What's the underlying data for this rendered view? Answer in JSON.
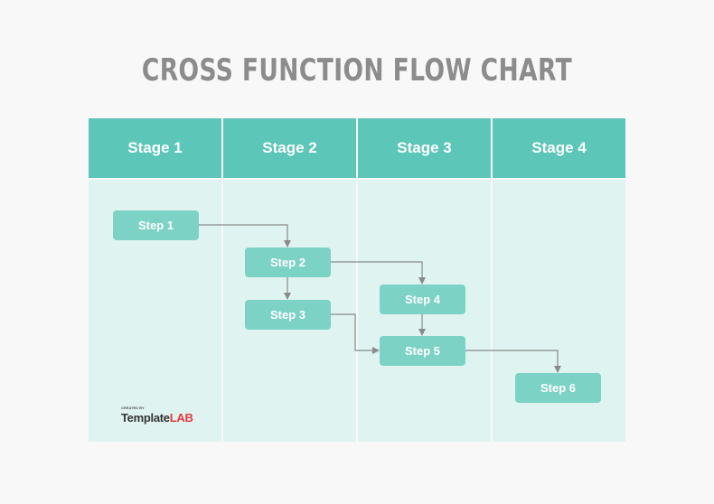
{
  "title": "CROSS FUNCTION FLOW CHART",
  "stages": [
    "Stage 1",
    "Stage 2",
    "Stage 3",
    "Stage 4"
  ],
  "steps": [
    "Step 1",
    "Step 2",
    "Step 3",
    "Step 4",
    "Step 5",
    "Step 6"
  ],
  "logo": {
    "prefix": "CREATED BY",
    "part1": "Template",
    "part2": "LAB"
  },
  "colors": {
    "header": "#5cc6b8",
    "lane": "#dff4f0",
    "step": "#7dd2c6",
    "connector": "#8a8a8a",
    "title": "#8c8c8c",
    "logo_accent": "#e0393e"
  }
}
